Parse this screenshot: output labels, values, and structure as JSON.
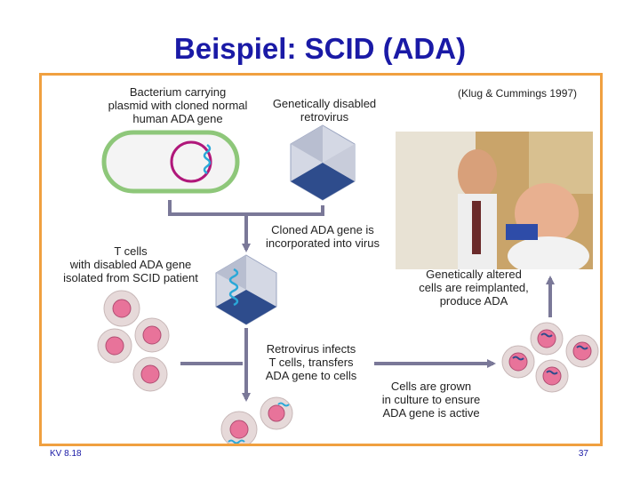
{
  "slide": {
    "title": "Beispiel: SCID (ADA)",
    "citation": "(Klug & Cummings 1997)",
    "footer_left": "KV 8.18",
    "page_number": "37"
  },
  "diagram": {
    "labels": {
      "bacterium": [
        "Bacterium carrying",
        "plasmid with cloned normal",
        "human ADA gene"
      ],
      "retrovirus": [
        "Genetically disabled",
        "retrovirus"
      ],
      "cloned_gene": [
        "Cloned ADA gene is",
        "incorporated into virus"
      ],
      "t_cells": [
        "T cells",
        "with disabled ADA gene",
        "isolated from SCID patient"
      ],
      "infects": [
        "Retrovirus infects",
        "T cells, transfers",
        "ADA gene to cells"
      ],
      "culture": [
        "Cells are grown",
        "in culture to ensure",
        "ADA gene is active"
      ],
      "reimplanted": [
        "Genetically altered",
        "cells are reimplanted,",
        "produce ADA"
      ]
    },
    "colors": {
      "arrow": "#7a7898",
      "cell_fill": "#e6d9d9",
      "nucleus": "#e8739a",
      "plasmid": "#b0177a",
      "gene": "#2aa8d8",
      "bacterium_border": "#8ec77a",
      "virus_dark": "#2e4c8c",
      "virus_light": "#9aa4c0"
    }
  }
}
